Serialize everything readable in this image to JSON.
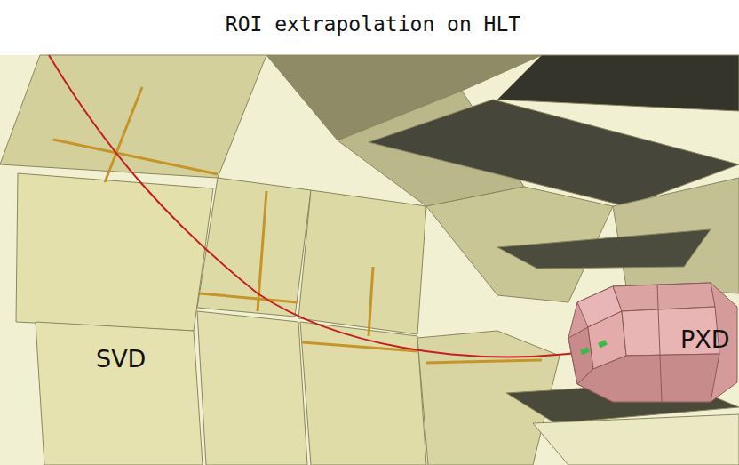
{
  "diagram": {
    "title": "ROI extrapolation on HLT",
    "labels": [
      "SVD",
      "PXD"
    ]
  }
}
